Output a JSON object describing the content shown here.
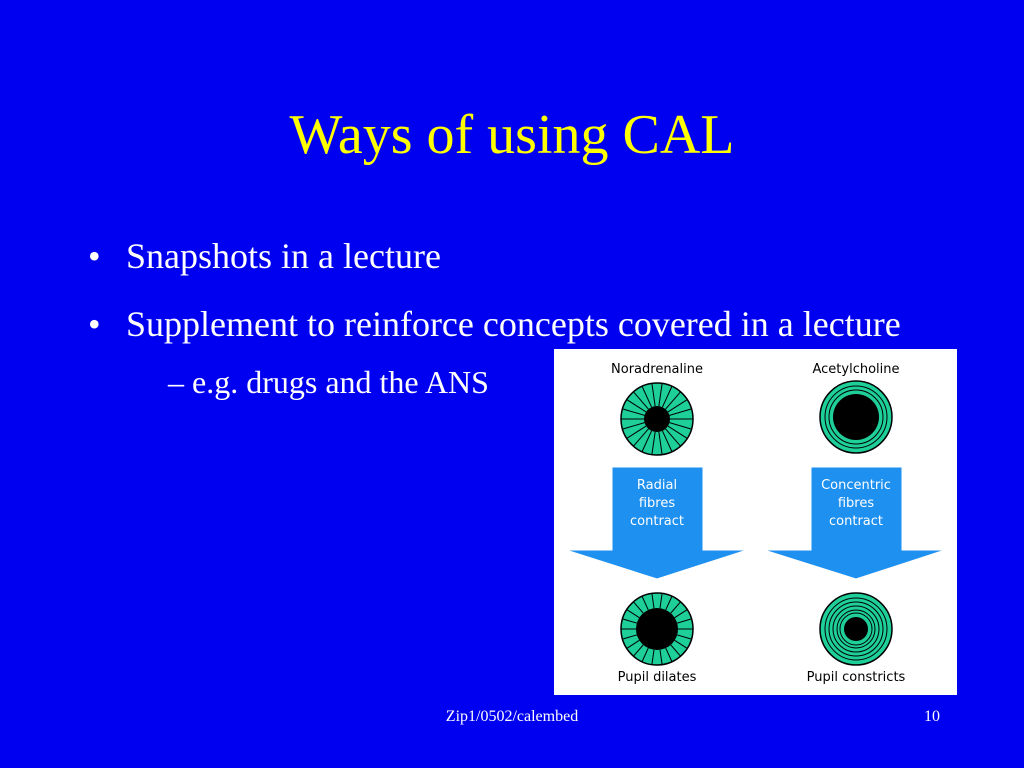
{
  "slide": {
    "title": "Ways of using CAL",
    "bullets": [
      "Snapshots in a lecture",
      "Supplement to reinforce concepts covered in a lecture"
    ],
    "sub_bullet": "– e.g. drugs and the ANS",
    "bullet_glyph": "•"
  },
  "figure": {
    "left_top_label": "Noradrenaline",
    "right_top_label": "Acetylcholine",
    "left_arrow_lines": [
      "Radial",
      "fibres",
      "contract"
    ],
    "right_arrow_lines": [
      "Concentric",
      "fibres",
      "contract"
    ],
    "left_bottom_label": "Pupil dilates",
    "right_bottom_label": "Pupil constricts",
    "colors": {
      "iris": "#1fcf9a",
      "arrow": "#1e90f0",
      "pupil": "#000000"
    }
  },
  "footer": {
    "source": "Zip1/0502/calembed",
    "page_number": "10"
  }
}
